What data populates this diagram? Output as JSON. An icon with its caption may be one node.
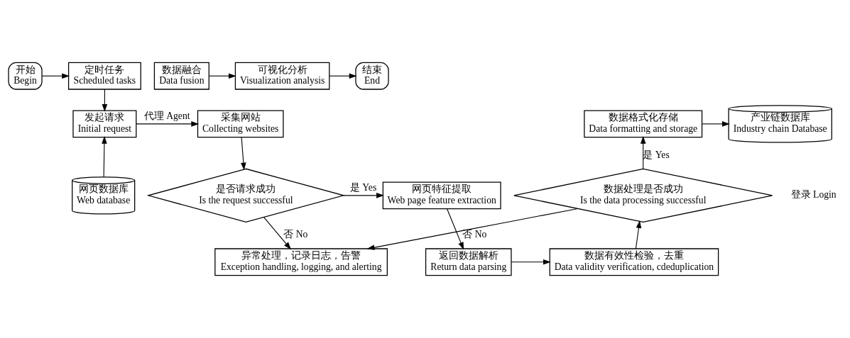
{
  "diagram": {
    "nodes": [
      {
        "text": [
          "开始",
          "Begin"
        ]
      },
      {
        "text": [
          "定时任务",
          "Scheduled tasks"
        ]
      },
      {
        "text": [
          "发起请求",
          "Initial request"
        ]
      },
      {
        "text": [
          "网页数据库",
          "Web database"
        ]
      },
      {
        "text": [
          "采集网站",
          "Collecting websites"
        ]
      },
      {
        "text": [
          "是否请求成功",
          "Is the request successful"
        ]
      },
      {
        "text": [
          "网页特征提取",
          "Web page feature extraction"
        ]
      },
      {
        "text": [
          "异常处理，记录日志，告警",
          "Exception handling, logging, and alerting"
        ]
      },
      {
        "text": [
          "返回数据解析",
          "Return data parsing"
        ]
      },
      {
        "text": [
          "数据有效性检验，去重",
          "Data validity verification, cdeduplication"
        ]
      },
      {
        "text": [
          "数据处理是否成功",
          "Is the data processing successful"
        ]
      },
      {
        "text": [
          "数据格式化存储",
          "Data formatting and storage"
        ]
      },
      {
        "text": [
          "产业链数据库",
          "Industry chain Database"
        ]
      },
      {
        "text": [
          "数据融合",
          "Data fusion"
        ]
      },
      {
        "text": [
          "可视化分析",
          "Visualization analysis"
        ]
      },
      {
        "text": [
          "结束",
          "End"
        ]
      }
    ],
    "edges": [
      {
        "from": 0,
        "to": 1,
        "arrow": "to"
      },
      {
        "from": 1,
        "to": 2,
        "arrow": "to"
      },
      {
        "from": 3,
        "to": 2,
        "arrow": "to"
      },
      {
        "from": 2,
        "to": 4,
        "arrow": "to",
        "label": "代理 Agent"
      },
      {
        "from": 4,
        "to": 5,
        "arrow": "to"
      },
      {
        "from": 5,
        "to": 6,
        "arrow": "to",
        "label": "是 Yes"
      },
      {
        "from": 5,
        "to": 7,
        "arrow": "to",
        "label": "否 No"
      },
      {
        "from": 6,
        "to": 8,
        "arrow": "to"
      },
      {
        "from": 8,
        "to": 9,
        "arrow": "to"
      },
      {
        "from": 9,
        "to": 10,
        "arrow": "to"
      },
      {
        "from": 10,
        "to": 11,
        "arrow": "to",
        "label": "是 Yes"
      },
      {
        "from": 10,
        "to": 7,
        "arrow": "to",
        "label": "否 No"
      },
      {
        "from": 11,
        "to": 12,
        "arrow": "to"
      },
      {
        "from": 13,
        "to": 14,
        "arrow": "to"
      },
      {
        "from": 14,
        "to": 15,
        "arrow": "to"
      }
    ],
    "labels": [
      "登录 Login"
    ]
  }
}
